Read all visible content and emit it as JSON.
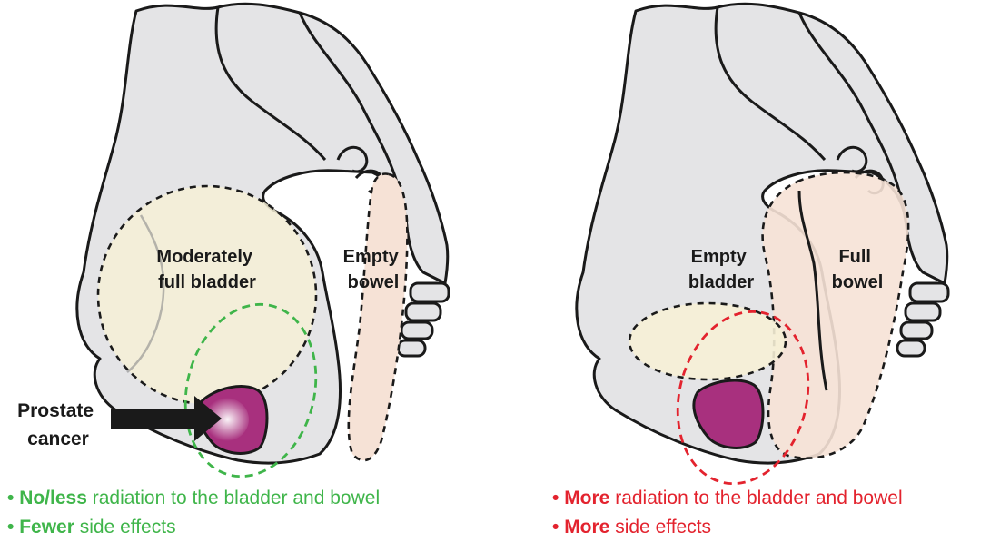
{
  "colors": {
    "body": "#e4e4e6",
    "outline": "#1a1a1a",
    "bladder_fill": "#f6f0d6",
    "bowel_fill": "#f6e2d6",
    "prostate": "#a8307e",
    "good": "#3fb54a",
    "bad": "#e3232e"
  },
  "left_panel": {
    "bladder_label": [
      "Moderately",
      "full bladder"
    ],
    "bowel_label": [
      "Empty",
      "bowel"
    ],
    "prostate_label": [
      "Prostate",
      "cancer"
    ],
    "bullets": [
      {
        "strong": "No/less",
        "rest": " radiation to the bladder and bowel"
      },
      {
        "strong": "Fewer",
        "rest": " side effects"
      }
    ]
  },
  "right_panel": {
    "bladder_label": [
      "Empty",
      "bladder"
    ],
    "bowel_label": [
      "Full",
      "bowel"
    ],
    "bullets": [
      {
        "strong": "More",
        "rest": " radiation to the bladder and bowel"
      },
      {
        "strong": "More",
        "rest": " side effects"
      }
    ]
  }
}
